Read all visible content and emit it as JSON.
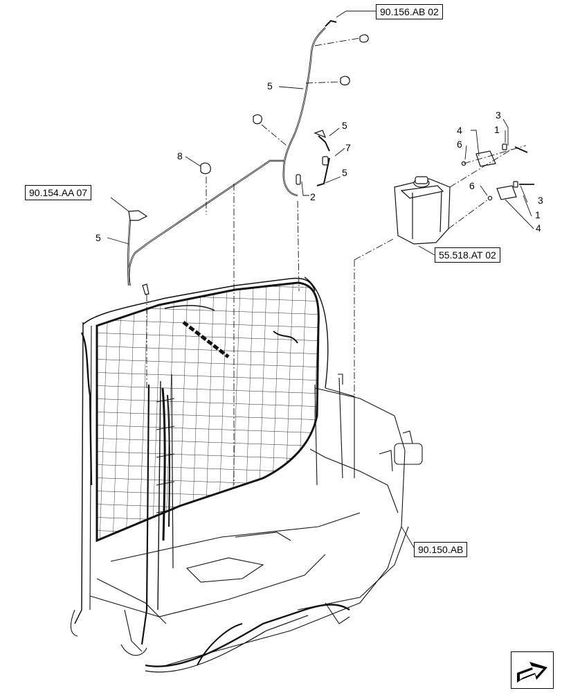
{
  "references": [
    {
      "id": "ref-90-156-ab-02",
      "label": "90.156.AB 02"
    },
    {
      "id": "ref-90-154-aa-07",
      "label": "90.154.AA 07"
    },
    {
      "id": "ref-55-518-at-02",
      "label": "55.518.AT 02"
    },
    {
      "id": "ref-90-150-ab",
      "label": "90.150.AB"
    }
  ],
  "callouts": [
    "5",
    "5",
    "7",
    "5",
    "2",
    "8",
    "5",
    "3",
    "1",
    "4",
    "6",
    "6",
    "3",
    "1",
    "4"
  ],
  "nav": {
    "icon": "next-page-arrow-icon"
  }
}
